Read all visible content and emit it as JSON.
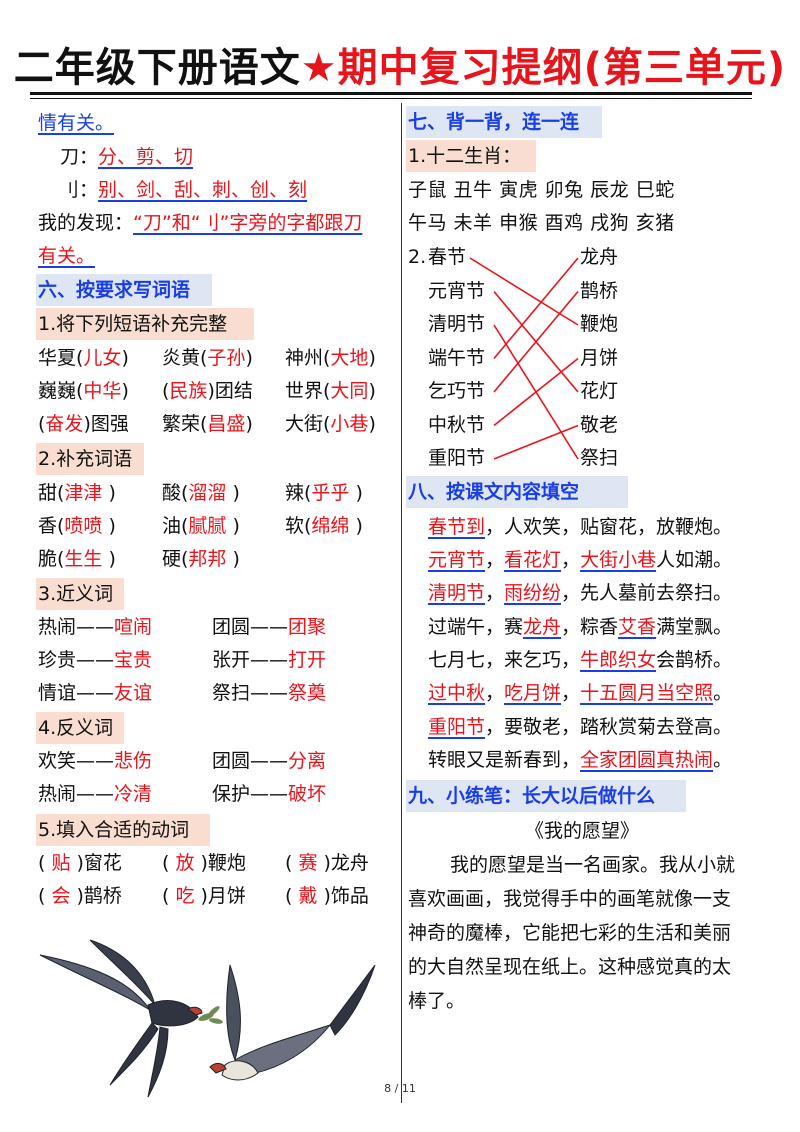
{
  "title": {
    "part1": "二年级下册语文",
    "part2": "★期中复习提纲(第三单元)"
  },
  "left": {
    "l1": "情有关。",
    "dao_label": "刀：",
    "dao_words": "分、剪、切",
    "li_label": "刂：",
    "li_words": "别、剑、刮、刺、创、刻",
    "find_label": "我的发现：",
    "find_text1": "“刀”和“刂”字旁的字都跟刀",
    "find_text2": "有关。",
    "sec6": "六、按要求写词语",
    "sub1": "1.将下列短语补充完整",
    "p1a": "华夏(",
    "p1a_a": "儿女",
    "p1a_c": ")",
    "p1b": "炎黄(",
    "p1b_a": "子孙",
    "p1b_c": ")",
    "p1c": "神州(",
    "p1c_a": "大地",
    "p1c_c": ")",
    "p2a": "巍巍(",
    "p2a_a": "中华",
    "p2a_c": ")",
    "p2b_o": "(",
    "p2b_a": "民族",
    "p2b": ")团结",
    "p2c": "世界(",
    "p2c_a": "大同",
    "p2c_c": ")",
    "p3a_o": "(",
    "p3a_a": "奋发",
    "p3a": ")图强",
    "p3b": "繁荣(",
    "p3b_a": "昌盛",
    "p3b_c": ")",
    "p3c": "大街(",
    "p3c_a": "小巷",
    "p3c_c": ")",
    "sub2": "2.补充词语",
    "w1a": "甜(",
    "w1a_a": "津津",
    "w1a_c": " )",
    "w1b": "酸(",
    "w1b_a": "溜溜",
    "w1b_c": " )",
    "w1c": "辣(",
    "w1c_a": "乎乎",
    "w1c_c": " )",
    "w2a": "香(",
    "w2a_a": "喷喷",
    "w2a_c": " )",
    "w2b": "油(",
    "w2b_a": "腻腻",
    "w2b_c": " )",
    "w2c": "软(",
    "w2c_a": "绵绵",
    "w2c_c": " )",
    "w3a": "脆(",
    "w3a_a": "生生",
    "w3a_c": " )",
    "w3b": "硬(",
    "w3b_a": "邦邦",
    "w3b_c": " )",
    "sub3": "3.近义词",
    "s1a": "热闹——",
    "s1a_a": "喧闹",
    "s1b": "团圆——",
    "s1b_a": "团聚",
    "s2a": "珍贵——",
    "s2a_a": "宝贵",
    "s2b": "张开——",
    "s2b_a": "打开",
    "s3a": "情谊——",
    "s3a_a": "友谊",
    "s3b": "祭扫——",
    "s3b_a": "祭奠",
    "sub4": "4.反义词",
    "a1a": "欢笑——",
    "a1a_a": "悲伤",
    "a1b": "团圆——",
    "a1b_a": "分离",
    "a2a": "热闹——",
    "a2a_a": "冷清",
    "a2b": "保护——",
    "a2b_a": "破坏",
    "sub5": "5.填入合适的动词",
    "v1a_o": "( ",
    "v1a_a": "贴",
    "v1a": " )窗花",
    "v1b_o": "( ",
    "v1b_a": "放",
    "v1b": " )鞭炮",
    "v1c_o": "( ",
    "v1c_a": "赛",
    "v1c": " )龙舟",
    "v2a_o": "( ",
    "v2a_a": "会",
    "v2a": " )鹊桥",
    "v2b_o": "( ",
    "v2b_a": "吃",
    "v2b": " )月饼",
    "v2c_o": "( ",
    "v2c_a": "戴",
    "v2c": " )饰品"
  },
  "right": {
    "sec7": "七、背一背，连一连",
    "sub1": "1.十二生肖：",
    "z1": "子鼠  丑牛  寅虎  卯兔  辰龙  巳蛇",
    "z2": "午马  未羊  申猴  酉鸡  戌狗  亥猪",
    "fest_prefix": "2.",
    "festivals": [
      "春节",
      "元宵节",
      "清明节",
      "端午节",
      "乞巧节",
      "中秋节",
      "重阳节"
    ],
    "customs": [
      "龙舟",
      "鹊桥",
      "鞭炮",
      "月饼",
      "花灯",
      "敬老",
      "祭扫"
    ],
    "sec8": "八、按课文内容填空",
    "f1a": "春节到",
    "f1b": "，人欢笑，贴窗花，放鞭炮。",
    "f2a": "元宵节",
    "f2b": "，",
    "f2c": "看花灯",
    "f2d": "，",
    "f2e": "大街小巷",
    "f2f": "人如潮。",
    "f3a": "清明节",
    "f3b": "，",
    "f3c": "雨纷纷",
    "f3d": "，先人墓前去祭扫。",
    "f4a": "过端午，赛",
    "f4b": "龙舟",
    "f4c": "，粽香",
    "f4d": "艾香",
    "f4e": "满堂飘。",
    "f5a": "七月七，来乞巧，",
    "f5b": "牛郎织女",
    "f5c": "会鹊桥。",
    "f6a": "过中秋",
    "f6b": "，",
    "f6c": "吃月饼",
    "f6d": "，",
    "f6e": "十五圆月当空照",
    "f6f": "。",
    "f7a": "重阳节",
    "f7b": "，要敬老，踏秋赏菊去登高。",
    "f8a": "转眼又是新春到，",
    "f8b": "全家团圆真热闹",
    "f8c": "。",
    "sec9": "九、小练笔：长大以后做什么",
    "essay_title": "《我的愿望》",
    "e1": "我的愿望是当一名画家。我从小就",
    "e2": "喜欢画画，我觉得手中的画笔就像一支",
    "e3": "神奇的魔棒，它能把七彩的生活和美丽",
    "e4": "的大自然呈现在纸上。这种感觉真的太",
    "e5": "棒了。"
  },
  "page_number": "8 / 11",
  "colors": {
    "answer_red": "#e8141c",
    "heading_blue": "#1a3ee6",
    "blue_band": "#dfe6f3",
    "peach_band": "#f8ddd0"
  }
}
